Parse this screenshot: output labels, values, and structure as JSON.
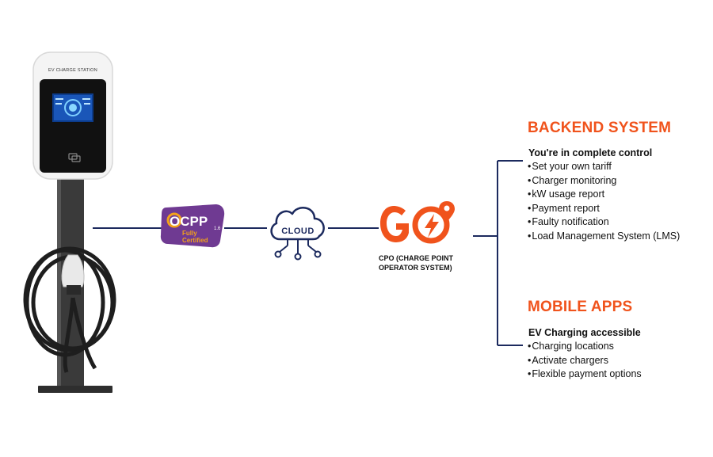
{
  "charger": {
    "station_label": "EV CHARGE STATION"
  },
  "ocpp": {
    "brand": "OCPP",
    "version": "1.6",
    "line1": "Fully",
    "line2": "Certified"
  },
  "cloud": {
    "label": "CLOUD"
  },
  "cpo": {
    "logo_text": "GO",
    "label_line1": "CPO (CHARGE POINT",
    "label_line2": "OPERATOR SYSTEM)"
  },
  "backend": {
    "title": "BACKEND SYSTEM",
    "subtitle": "You're in complete control",
    "items": [
      "Set your own tariff",
      "Charger monitoring",
      "kW usage report",
      "Payment report",
      "Faulty notification",
      "Load Management System (LMS)"
    ]
  },
  "mobile": {
    "title": "MOBILE APPS",
    "subtitle": "EV Charging accessible",
    "items": [
      "Charging locations",
      "Activate chargers",
      "Flexible payment options"
    ]
  },
  "colors": {
    "line": "#1c2a5e",
    "accent": "#f0531c",
    "ocpp_purple": "#6f3a92",
    "pole": "#3a3a3a"
  }
}
